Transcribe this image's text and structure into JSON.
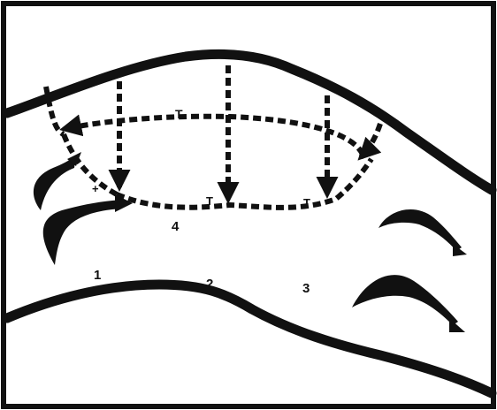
{
  "diagram": {
    "region_labels": {
      "one": "1",
      "two": "2",
      "three": "3",
      "four": "4"
    },
    "marks": {
      "t_top": "T",
      "t_lower_a": "T",
      "t_lower_b": "T",
      "tick_left": "+"
    },
    "colors": {
      "ink": "#111111",
      "background": "#ffffff"
    }
  }
}
